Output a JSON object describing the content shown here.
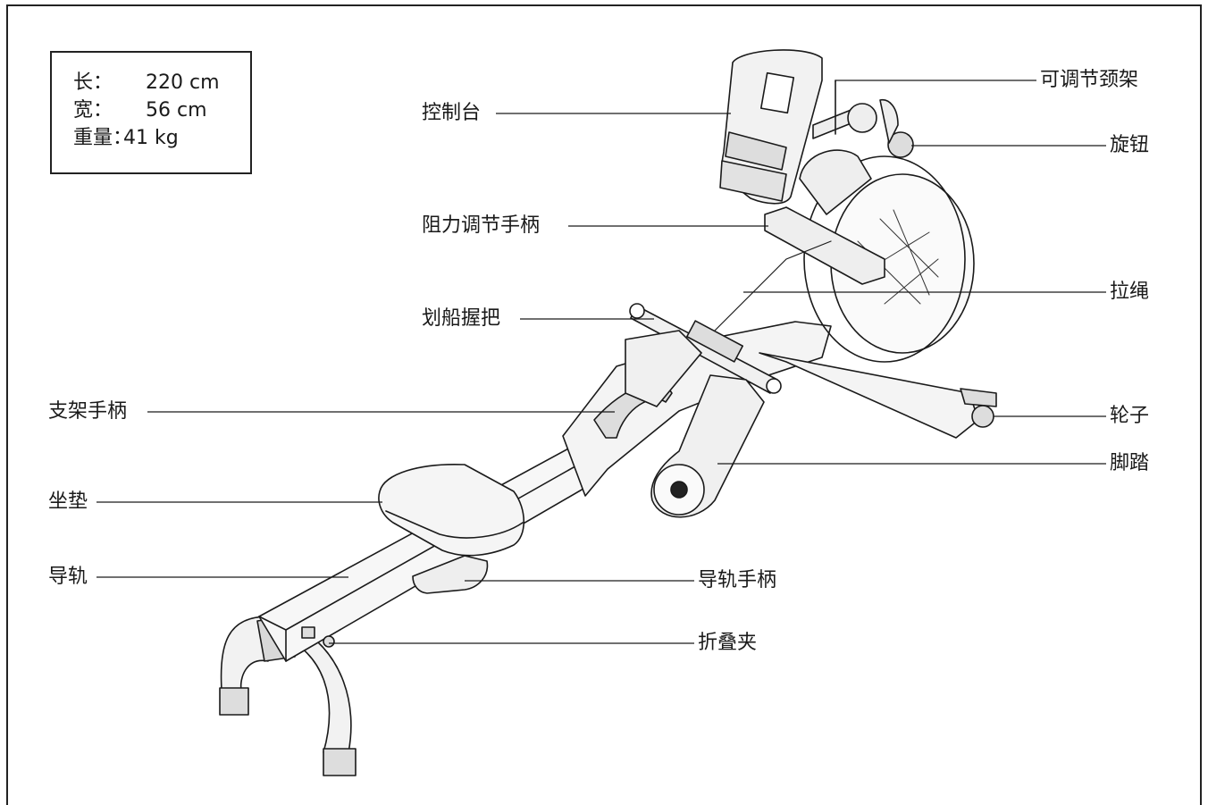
{
  "specs": [
    {
      "key": "长：",
      "value": "220 cm"
    },
    {
      "key": "宽：",
      "value": "56 cm"
    },
    {
      "key": "重量：",
      "value": "41 kg"
    }
  ],
  "labels": {
    "console": "控制台",
    "adjustable_neck": "可调节颈架",
    "knob": "旋钮",
    "resistance_handle": "阻力调节手柄",
    "pull_rope": "拉绳",
    "rowing_grip": "划船握把",
    "frame_handle": "支架手柄",
    "wheels": "轮子",
    "pedal": "脚踏",
    "seat": "坐垫",
    "rail": "导轨",
    "rail_handle": "导轨手柄",
    "folding_clip": "折叠夹"
  }
}
